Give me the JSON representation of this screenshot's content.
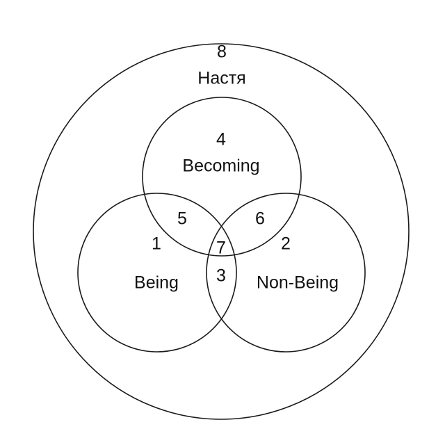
{
  "diagram": {
    "regions": [
      {
        "number": "1",
        "name": "Being"
      },
      {
        "number": "2",
        "name": "Non-Being"
      },
      {
        "number": "3",
        "name": ""
      },
      {
        "number": "4",
        "name": "Becoming"
      },
      {
        "number": "5",
        "name": ""
      },
      {
        "number": "6",
        "name": ""
      },
      {
        "number": "7",
        "name": ""
      },
      {
        "number": "8",
        "name": "Настя"
      }
    ],
    "colors": {
      "stroke": "#1a1a1a",
      "text": "#111111",
      "background": "#ffffff"
    }
  }
}
